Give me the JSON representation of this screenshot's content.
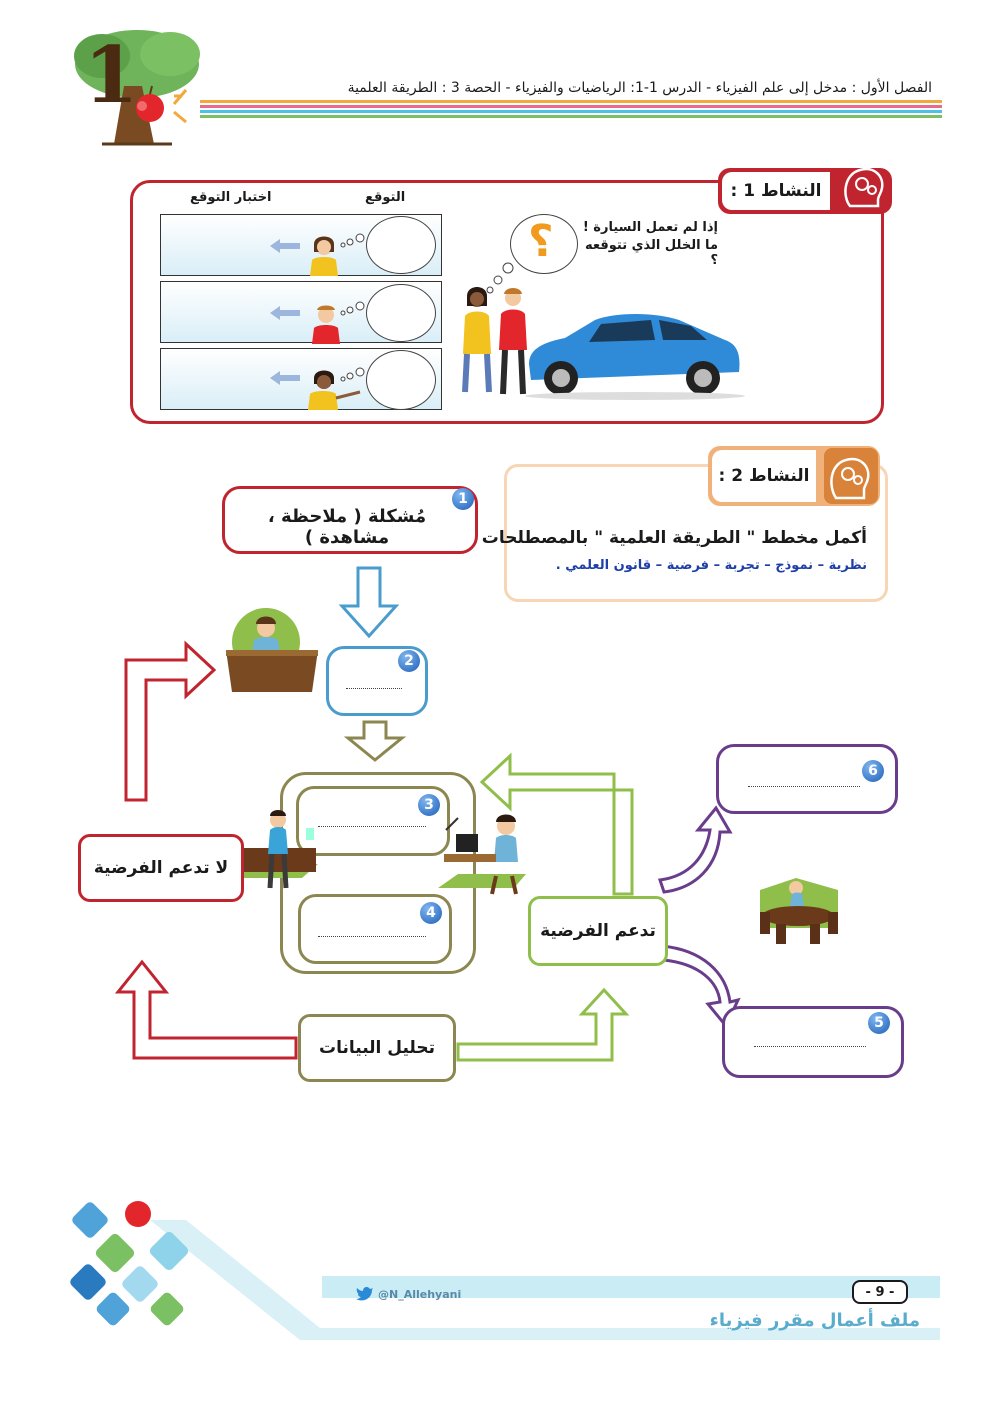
{
  "header": {
    "title": "الفصل الأول : مدخل إلى علم الفيزياء  - الدرس 1-1: الرياضيات والفيزياء - الحصة  3 : الطريقة العلمية",
    "logo_number": "1"
  },
  "activity1": {
    "label": "النشاط 1 :",
    "col_prediction": "التوقع",
    "col_test": "اختبار التوقع",
    "question_line1": "إذا لم تعمل السيارة !",
    "question_line2": "ما الخلل الذي تتوقعه ؟",
    "question_mark": "؟"
  },
  "activity2": {
    "label": "النشاط 2 :",
    "instruction": "أكمل مخطط \" الطريقة العلمية \" بالمصطلحات :",
    "terms": "نظرية – نموذج – تجربة – فرضية – قانون العلمي ."
  },
  "flow": {
    "step1_num": "1",
    "step1_text": "مُشكلة ( ملاحظة ، مشاهدة )",
    "step2_num": "2",
    "step3_num": "3",
    "step4_num": "4",
    "step5_num": "5",
    "step6_num": "6",
    "not_support": "لا تدعم الفرضية",
    "support": "تدعم الفرضية",
    "analysis": "تحليل البيانات"
  },
  "footer": {
    "twitter": "@N_Allehyani",
    "page": "- 9 -",
    "file_title": "ملف أعمال مقرر فيزياء"
  },
  "colors": {
    "red": "#c0252f",
    "orange": "#f0b27a",
    "olive": "#8c8750",
    "green": "#8fbf4a",
    "purple": "#6a3d8c",
    "blue": "#4a9ccc"
  }
}
